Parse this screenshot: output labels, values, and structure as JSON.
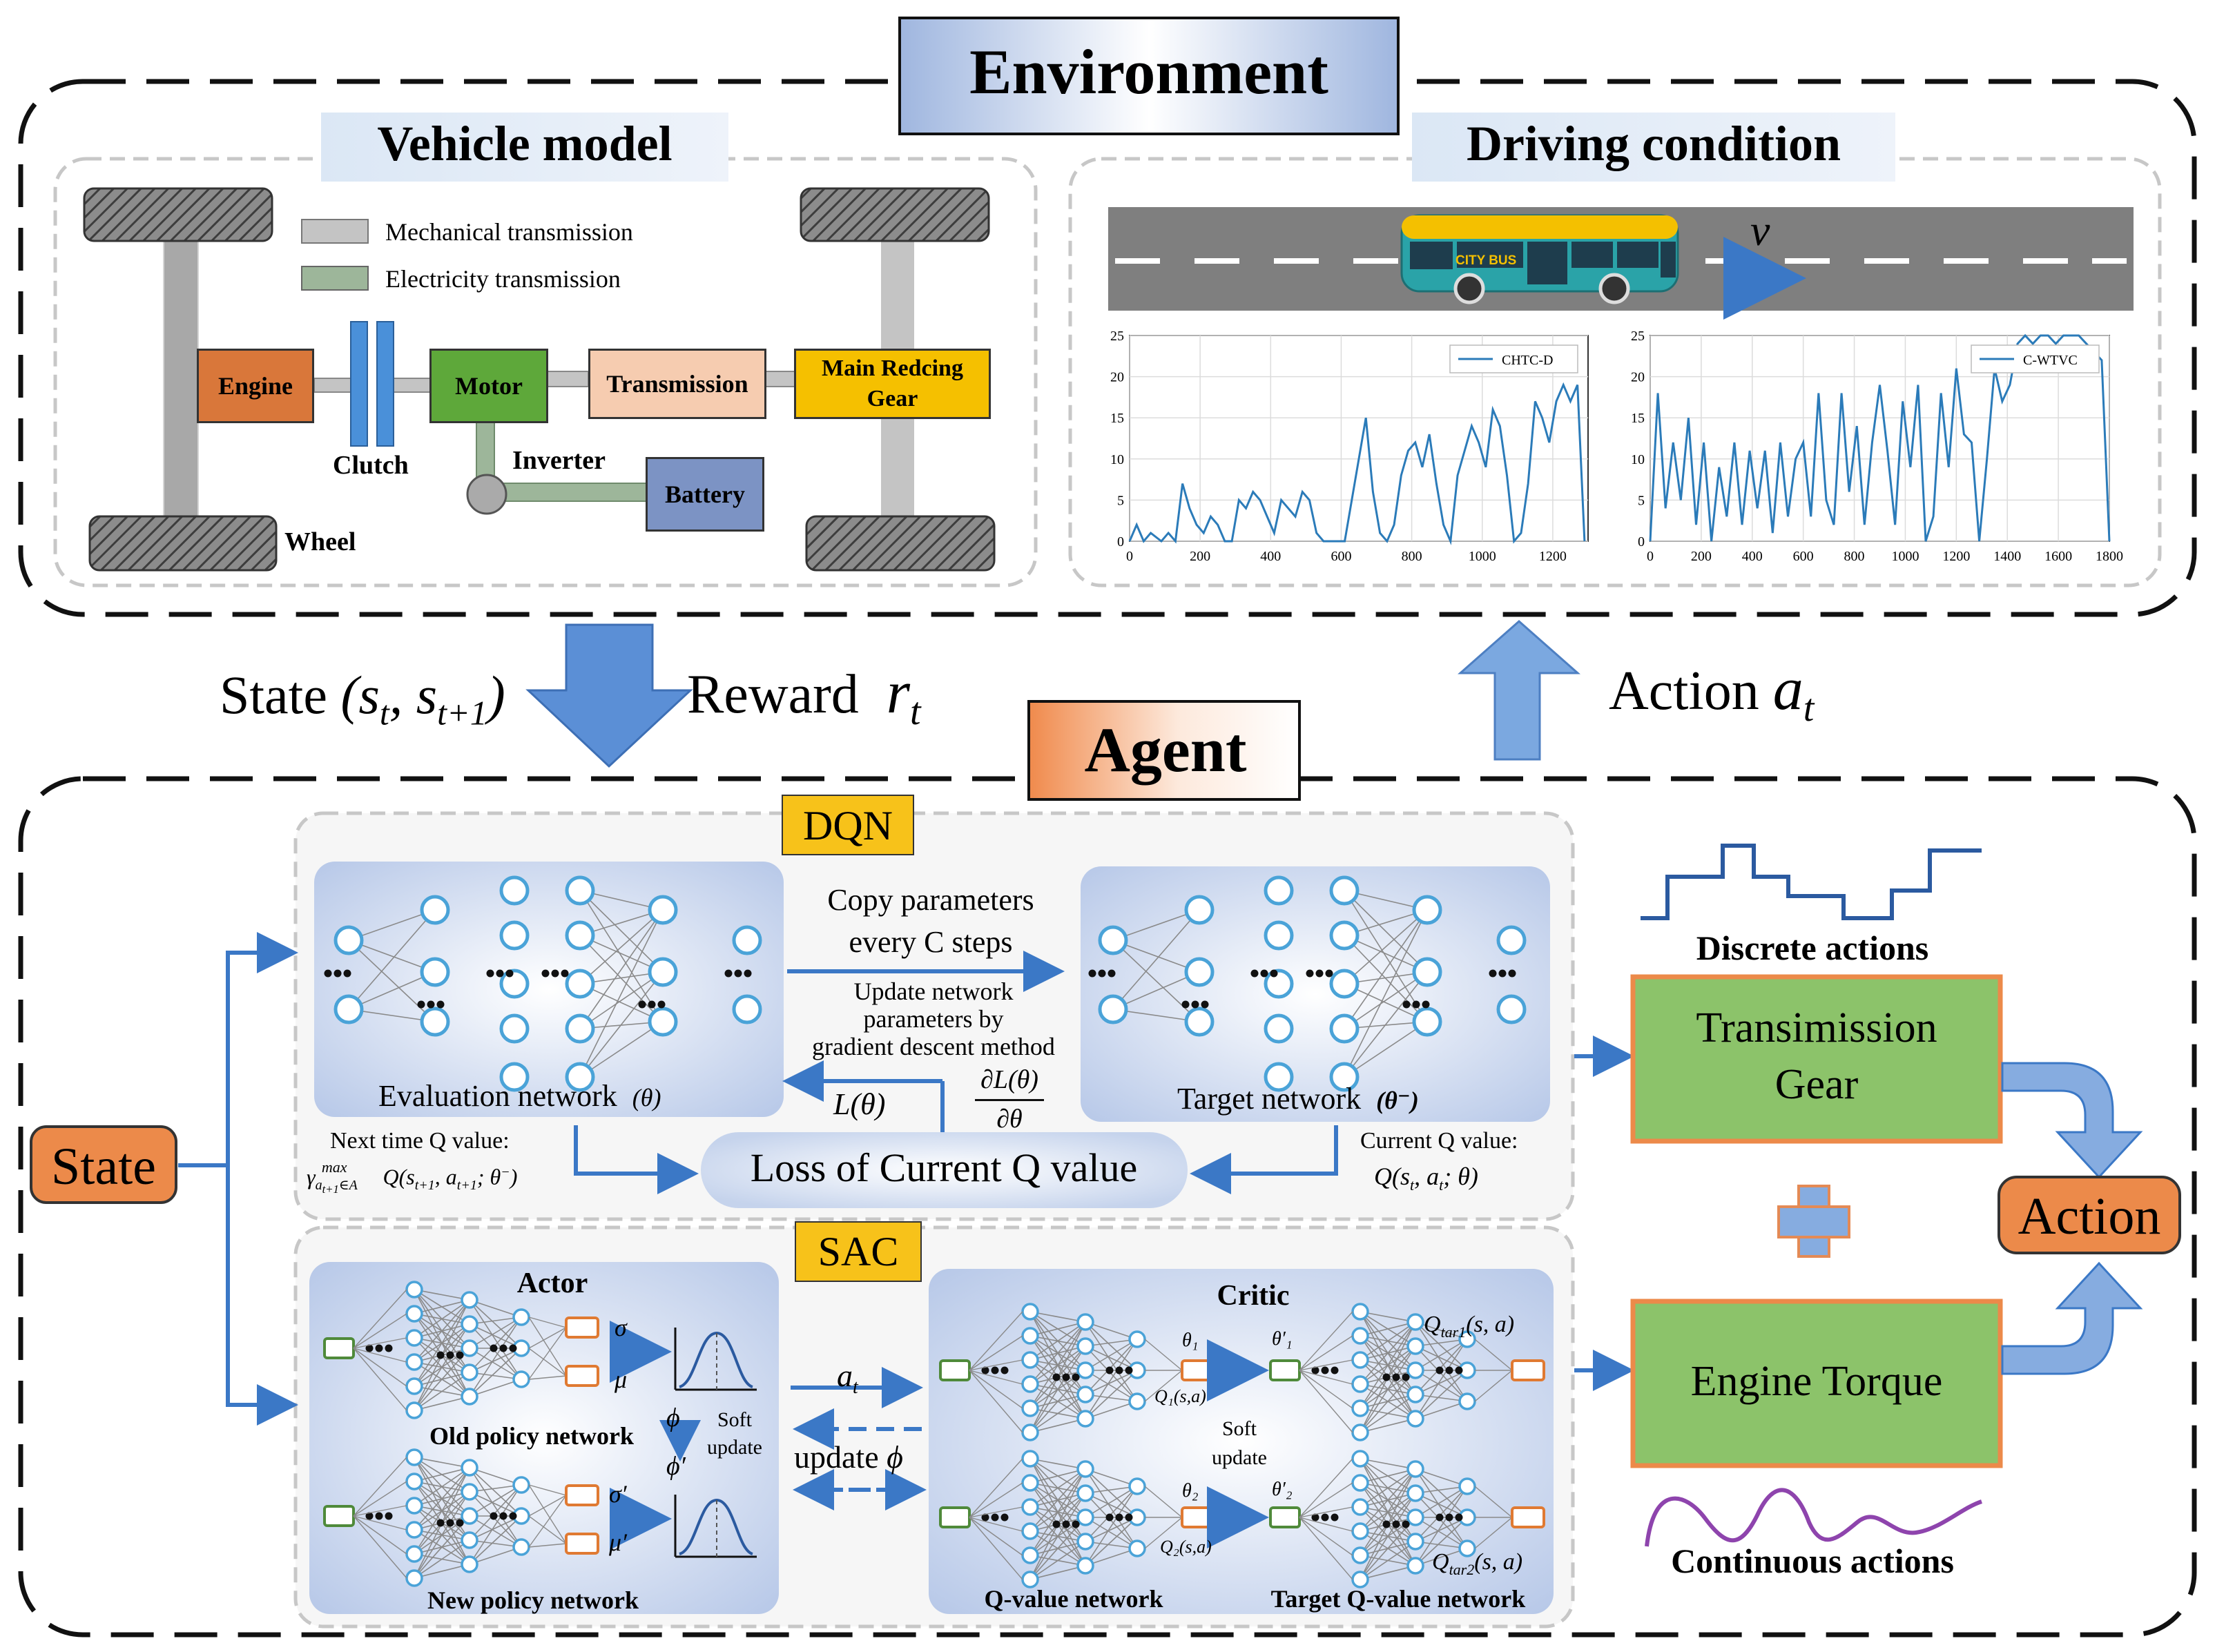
{
  "environment": {
    "title": "Environment",
    "vehicle_model": {
      "title": "Vehicle model",
      "legend": {
        "mechanical": "Mechanical transmission",
        "electricity": "Electricity transmission"
      },
      "components": {
        "engine": "Engine",
        "motor": "Motor",
        "transmission": "Transmission",
        "main_gear_line1": "Main Redcing",
        "main_gear_line2": "Gear",
        "clutch": "Clutch",
        "inverter": "Inverter",
        "battery": "Battery",
        "wheel": "Wheel"
      },
      "colors": {
        "engine": "#d9773a",
        "motor": "#5ea83a",
        "transmission": "#f6ccb0",
        "main_gear": "#f5c000",
        "battery": "#7c93c4",
        "clutch": "#4a90d9",
        "electric_line": "#9db69a",
        "mechanical_line": "#c4c4c4"
      }
    },
    "driving_condition": {
      "title": "Driving condition",
      "bus_label": "CITY BUS",
      "velocity_symbol": "v"
    }
  },
  "chart_data": [
    {
      "type": "line",
      "legend": [
        "CHTC-D"
      ],
      "xlim": [
        0,
        1300
      ],
      "ylim": [
        0,
        25
      ],
      "xticks": [
        "0",
        "200",
        "400",
        "600",
        "800",
        "1000",
        "1200"
      ],
      "yticks": [
        "0",
        "5",
        "10",
        "15",
        "20",
        "25"
      ],
      "series": [
        {
          "x": [
            0,
            20,
            40,
            60,
            90,
            110,
            130,
            150,
            170,
            190,
            210,
            230,
            250,
            270,
            290,
            310,
            330,
            350,
            370,
            390,
            410,
            430,
            450,
            470,
            490,
            510,
            530,
            550,
            570,
            590,
            610,
            630,
            650,
            670,
            690,
            710,
            730,
            750,
            770,
            790,
            810,
            830,
            850,
            870,
            890,
            910,
            930,
            950,
            970,
            990,
            1010,
            1030,
            1050,
            1070,
            1090,
            1110,
            1130,
            1150,
            1170,
            1190,
            1210,
            1230,
            1250,
            1270,
            1290
          ],
          "values": [
            0,
            2,
            0,
            1,
            0,
            1,
            0,
            7,
            4,
            2,
            1,
            3,
            2,
            0,
            0,
            5,
            4,
            6,
            5,
            3,
            1,
            5,
            4,
            3,
            6,
            5,
            1,
            0,
            0,
            0,
            0,
            5,
            10,
            15,
            6,
            1,
            0,
            2,
            8,
            11,
            12,
            9,
            13,
            7,
            2,
            0,
            8,
            11,
            14,
            12,
            9,
            16,
            14,
            8,
            0,
            1,
            7,
            17,
            15,
            12,
            17,
            19,
            17,
            19,
            0
          ]
        }
      ]
    },
    {
      "type": "line",
      "legend": [
        "C-WTVC"
      ],
      "xlim": [
        0,
        1800
      ],
      "ylim": [
        0,
        25
      ],
      "xticks": [
        "0",
        "200",
        "400",
        "600",
        "800",
        "1000",
        "1200",
        "1400",
        "1600",
        "1800"
      ],
      "yticks": [
        "0",
        "5",
        "10",
        "15",
        "20",
        "25"
      ],
      "series": [
        {
          "x": [
            0,
            30,
            60,
            90,
            120,
            150,
            180,
            210,
            240,
            270,
            300,
            330,
            360,
            390,
            420,
            450,
            480,
            510,
            540,
            570,
            600,
            630,
            660,
            690,
            720,
            750,
            780,
            810,
            840,
            870,
            900,
            930,
            960,
            990,
            1020,
            1050,
            1080,
            1110,
            1140,
            1170,
            1200,
            1230,
            1260,
            1290,
            1320,
            1350,
            1380,
            1410,
            1440,
            1470,
            1500,
            1530,
            1560,
            1590,
            1620,
            1650,
            1680,
            1710,
            1740,
            1770,
            1800
          ],
          "values": [
            0,
            18,
            4,
            12,
            5,
            15,
            2,
            12,
            0,
            9,
            3,
            12,
            2,
            11,
            4,
            11,
            1,
            12,
            3,
            10,
            12,
            3,
            18,
            5,
            2,
            18,
            6,
            14,
            2,
            12,
            19,
            11,
            2,
            17,
            9,
            19,
            0,
            3,
            18,
            9,
            21,
            13,
            12,
            0,
            10,
            21,
            17,
            19,
            24,
            25,
            24,
            25,
            25,
            24,
            25,
            25,
            25,
            24,
            23,
            22,
            0
          ]
        }
      ]
    }
  ],
  "flow": {
    "state": "State",
    "state_expr": "(s<sub>t</sub>, s<sub>t+1</sub>)",
    "reward": "Reward",
    "reward_symbol": "r",
    "action_label": "Action",
    "action_symbol": "a"
  },
  "agent": {
    "title": "Agent",
    "dqn": {
      "title": "DQN",
      "copy_text_line1": "Copy parameters",
      "copy_text_line2": "every C steps",
      "update_line1": "Update network",
      "update_line2": "parameters by",
      "update_line3": "gradient descent method",
      "eval_network": "Evaluation network",
      "eval_theta": "(θ)",
      "target_network": "Target network",
      "target_theta": "(θ⁻)",
      "loss_fn": "L(θ)",
      "grad_num": "∂L(θ)",
      "grad_den": "∂θ",
      "loss_box": "Loss of Current Q value",
      "next_q_label": "Next time Q value:",
      "current_q_label": "Current Q value:",
      "current_q_expr": "Q(s_t, a_t; θ)"
    },
    "sac": {
      "title": "SAC",
      "actor": "Actor",
      "critic": "Critic",
      "old_policy": "Old policy network",
      "new_policy": "New policy network",
      "q_value_network": "Q-value network",
      "target_q_network": "Target Q-value network",
      "soft_update_a1": "Soft",
      "soft_update_a2": "update",
      "soft_update_c1": "Soft",
      "soft_update_c2": "update",
      "update_phi": "update",
      "a_t": "a",
      "phi": "ϕ",
      "phi_prime": "ϕ′",
      "sigma": "σ",
      "mu": "μ",
      "sigma_prime": "σ′",
      "mu_prime": "μ′",
      "theta1": "θ₁",
      "theta1p": "θ′₁",
      "theta2": "θ₂",
      "theta2p": "θ′₂",
      "q1": "Q₁(s,a)",
      "q2": "Q₂(s,a)",
      "qtar1": "Q",
      "qtar1_sub": "tar1",
      "qtar2": "Q",
      "qtar2_sub": "tar2",
      "sa": "(s, a)"
    },
    "outputs": {
      "discrete": "Discrete actions",
      "continuous": "Continuous actions",
      "gear_line1": "Transimission",
      "gear_line2": "Gear",
      "torque": "Engine Torque",
      "action": "Action",
      "state": "State"
    },
    "colors": {
      "orange": "#ec8a4a",
      "green": "#8cc36a",
      "yellow": "#f7c21a",
      "arrow_blue": "#3b78c6",
      "node_blue": "#4aa3d8"
    }
  }
}
